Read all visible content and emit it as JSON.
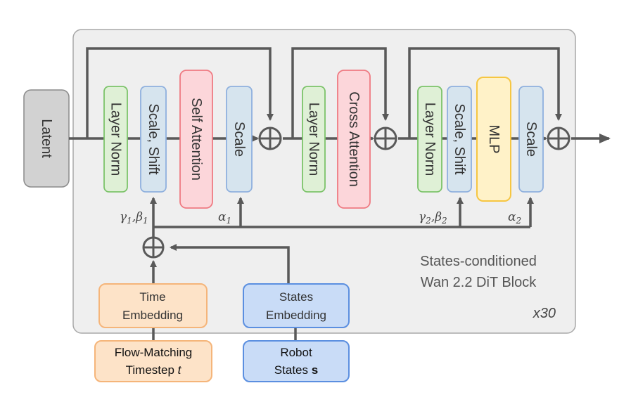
{
  "diagram": {
    "latent": "Latent",
    "block_caption_line1": "States-conditioned",
    "block_caption_line2": "Wan 2.2 DiT Block",
    "repeat": "x30",
    "modules": {
      "layer_norm_1": "Layer Norm",
      "scale_shift_1": "Scale, Shift",
      "self_attention": "Self Attention",
      "scale_1": "Scale",
      "layer_norm_2": "Layer Norm",
      "cross_attention": "Cross Attention",
      "layer_norm_3": "Layer Norm",
      "scale_shift_2": "Scale, Shift",
      "mlp": "MLP",
      "scale_2": "Scale"
    },
    "params": {
      "gamma1": "γ",
      "gamma1_sub": "1",
      "beta1": "β",
      "beta1_sub": "1",
      "alpha1": "α",
      "alpha1_sub": "1",
      "gamma2": "γ",
      "gamma2_sub": "2",
      "beta2": "β",
      "beta2_sub": "2",
      "alpha2": "α",
      "alpha2_sub": "2"
    },
    "time_embedding": {
      "line1": "Time",
      "line2": "Embedding"
    },
    "states_embedding": {
      "line1": "States",
      "line2": "Embedding"
    },
    "flow_matching": {
      "line1": "Flow-Matching",
      "line2": "Timestep",
      "var": "t"
    },
    "robot_states": {
      "line1": "Robot",
      "line2": "States",
      "var": "s"
    }
  },
  "colors": {
    "green_fill": "#dff0d6",
    "green_stroke": "#7cc36a",
    "blue_fill": "#d6e4ee",
    "blue_stroke": "#8fb0de",
    "red_fill": "#fcd6da",
    "red_stroke": "#ef7a82",
    "yellow_fill": "#fff2c8",
    "yellow_stroke": "#f6c642",
    "orange_fill": "#fde3c8",
    "orange_stroke": "#f5b57a",
    "emb_blue_fill": "#c9dcf7",
    "emb_blue_stroke": "#5b8fe0",
    "latent_fill": "#d2d2d2",
    "block_fill": "#efefef",
    "line": "#595959"
  }
}
